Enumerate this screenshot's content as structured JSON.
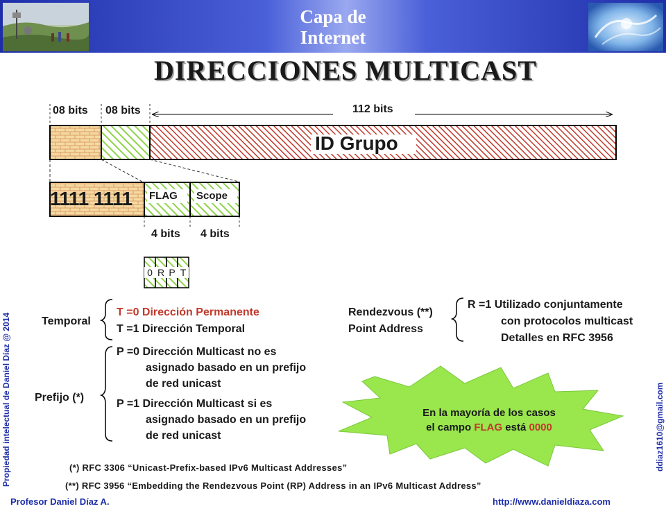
{
  "header": {
    "title_line1": "Capa de",
    "title_line2": "Internet"
  },
  "main_title": "DIRECCIONES MULTICAST",
  "address_format": {
    "field1_bits": "08 bits",
    "field2_bits": "08 bits",
    "field3_bits": "112 bits",
    "group_id_label": "ID Grupo"
  },
  "detail": {
    "prefix_value": "1111 1111",
    "flag_label": "FLAG",
    "scope_label": "Scope",
    "flag_bits": "4 bits",
    "scope_bits": "4 bits",
    "flag_bit_names": [
      "0",
      "R",
      "P",
      "T"
    ]
  },
  "temporal": {
    "label": "Temporal",
    "t0": "T =0 Dirección Permanente",
    "t1": "T =1 Dirección Temporal"
  },
  "prefijo": {
    "label": "Prefijo (*)",
    "p0_line1": "P =0 Dirección Multicast no es",
    "p0_line2": "asignado basado en un prefijo",
    "p0_line3": "de red unicast",
    "p1_line1": "P =1 Dirección Multicast si es",
    "p1_line2": "asignado basado en un prefijo",
    "p1_line3": "de red unicast"
  },
  "rendezvous": {
    "label_line1": "Rendezvous (**)",
    "label_line2": "Point Address",
    "r1_line1": "R =1 Utilizado conjuntamente",
    "r1_line2": "con protocolos multicast",
    "r1_line3": "Detalles en RFC 3956"
  },
  "callout": {
    "line1": "En la mayoría de los casos",
    "line2_prefix": "el campo ",
    "line2_flag": "FLAG",
    "line2_suffix": " está ",
    "line2_value": "0000"
  },
  "rfc_notes": {
    "note1": "(*) RFC 3306 “Unicast-Prefix-based IPv6 Multicast Addresses”",
    "note2": "(**) RFC 3956 “Embedding the Rendezvous Point (RP) Address in an IPv6 Multicast Address”"
  },
  "footer": {
    "author": "Profesor Daniel Díaz A.",
    "url": "http://www.danieldiaza.com",
    "copyright_vertical": "Propiedad intelectual de Daniel Díaz @ 2014",
    "email_vertical": "ddiaz1610@gmail.com"
  },
  "colors": {
    "brick_fill": "#f6d9a2",
    "brick_line": "#d9a066",
    "green_hatch": "#8fd34a",
    "red_hatch": "#c0392b",
    "callout_green": "#99e64d",
    "accent_blue": "#1e2ea8"
  }
}
